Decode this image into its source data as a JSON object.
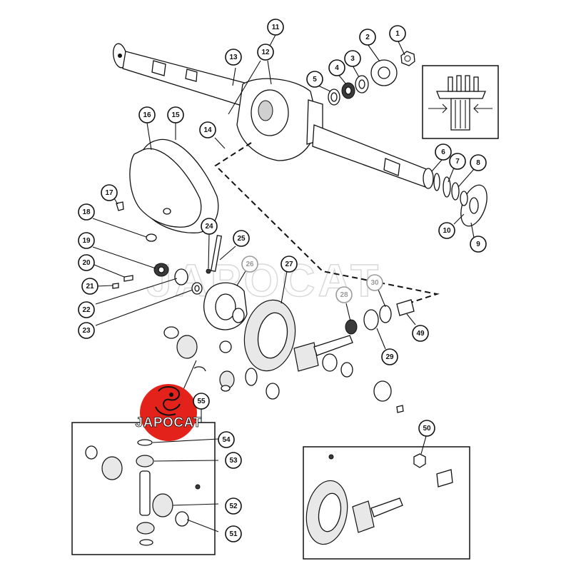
{
  "callouts": [
    {
      "id": "c1",
      "num": "1",
      "style": "normal"
    },
    {
      "id": "c2",
      "num": "2",
      "style": "normal"
    },
    {
      "id": "c3",
      "num": "3",
      "style": "normal"
    },
    {
      "id": "c4",
      "num": "4",
      "style": "normal"
    },
    {
      "id": "c5",
      "num": "5",
      "style": "normal"
    },
    {
      "id": "c6",
      "num": "6",
      "style": "normal"
    },
    {
      "id": "c7",
      "num": "7",
      "style": "normal"
    },
    {
      "id": "c8",
      "num": "8",
      "style": "normal"
    },
    {
      "id": "c9",
      "num": "9",
      "style": "normal"
    },
    {
      "id": "c10",
      "num": "10",
      "style": "normal"
    },
    {
      "id": "c11",
      "num": "11",
      "style": "normal"
    },
    {
      "id": "c12",
      "num": "12",
      "style": "normal"
    },
    {
      "id": "c13",
      "num": "13",
      "style": "normal"
    },
    {
      "id": "c14",
      "num": "14",
      "style": "normal"
    },
    {
      "id": "c15",
      "num": "15",
      "style": "normal"
    },
    {
      "id": "c16",
      "num": "16",
      "style": "normal"
    },
    {
      "id": "c17",
      "num": "17",
      "style": "normal"
    },
    {
      "id": "c18",
      "num": "18",
      "style": "normal"
    },
    {
      "id": "c19",
      "num": "19",
      "style": "normal"
    },
    {
      "id": "c20",
      "num": "20",
      "style": "normal"
    },
    {
      "id": "c21",
      "num": "21",
      "style": "normal"
    },
    {
      "id": "c22",
      "num": "22",
      "style": "normal"
    },
    {
      "id": "c23",
      "num": "23",
      "style": "normal"
    },
    {
      "id": "c24",
      "num": "24",
      "style": "normal"
    },
    {
      "id": "c25",
      "num": "25",
      "style": "normal"
    },
    {
      "id": "c26",
      "num": "26",
      "style": "grey"
    },
    {
      "id": "c27",
      "num": "27",
      "style": "normal"
    },
    {
      "id": "c28",
      "num": "28",
      "style": "grey"
    },
    {
      "id": "c29",
      "num": "29",
      "style": "normal"
    },
    {
      "id": "c30",
      "num": "30",
      "style": "grey"
    },
    {
      "id": "c49",
      "num": "49",
      "style": "normal"
    },
    {
      "id": "c50",
      "num": "50",
      "style": "normal"
    },
    {
      "id": "c51",
      "num": "51",
      "style": "normal"
    },
    {
      "id": "c52",
      "num": "52",
      "style": "normal"
    },
    {
      "id": "c53",
      "num": "53",
      "style": "normal"
    },
    {
      "id": "c54",
      "num": "54",
      "style": "normal"
    },
    {
      "id": "c55",
      "num": "55",
      "style": "normal"
    }
  ],
  "watermark": {
    "text": "JAPOCAT"
  },
  "logo": {
    "text": "JAPOCAT",
    "color": "#e3231b"
  },
  "colors": {
    "line": "#111111",
    "background": "#ffffff",
    "watermark": "#d9d9d9",
    "logo_red": "#e3231b"
  }
}
